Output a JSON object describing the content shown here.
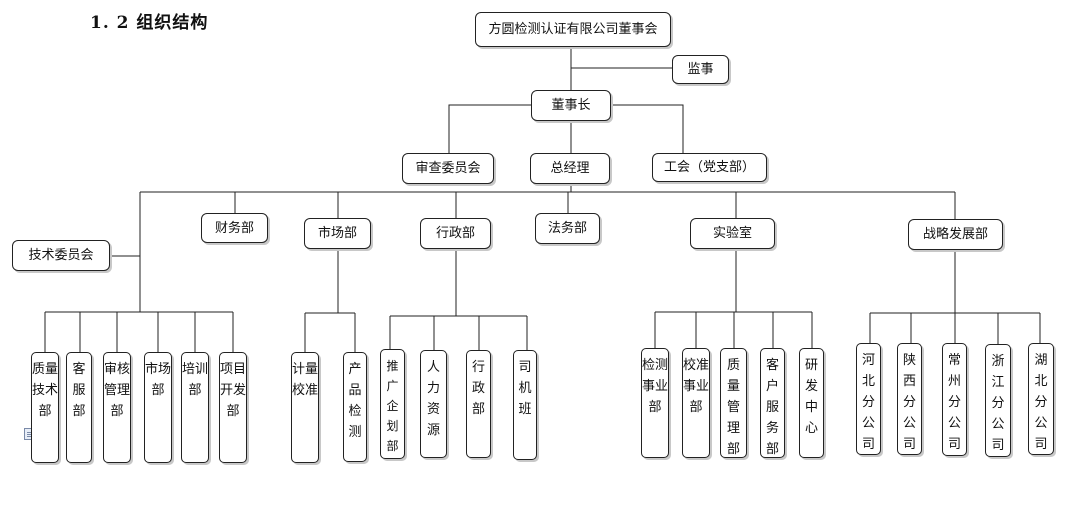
{
  "heading": "1. 2  组织结构",
  "nodes": {
    "board": "方圆检测认证有限公司董事会",
    "supervisor": "监事",
    "chairman": "董事长",
    "review_committee": "审查委员会",
    "general_manager": "总经理",
    "union": "工会（党支部）",
    "tech_committee": "技术委员会",
    "finance": "财务部",
    "marketing": "市场部",
    "administration": "行政部",
    "legal": "法务部",
    "laboratory": "实验室",
    "strategy": "战略发展部"
  },
  "tech_committee_units": [
    "质量技术部",
    "客服部",
    "审核管理部",
    "市场部",
    "培训部",
    "项目开发部"
  ],
  "marketing_units": [
    "计量校准",
    "产品检测"
  ],
  "administration_units": [
    "推广企划部",
    "人力资源",
    "行政部",
    "司机班"
  ],
  "laboratory_units": [
    "检测事业部",
    "校准事业部",
    "质量管理部",
    "客户服务部",
    "研发中心"
  ],
  "strategy_units": [
    "河北分公司",
    "陕西分公司",
    "常州分公司",
    "浙江分公司",
    "湖北分公司"
  ]
}
